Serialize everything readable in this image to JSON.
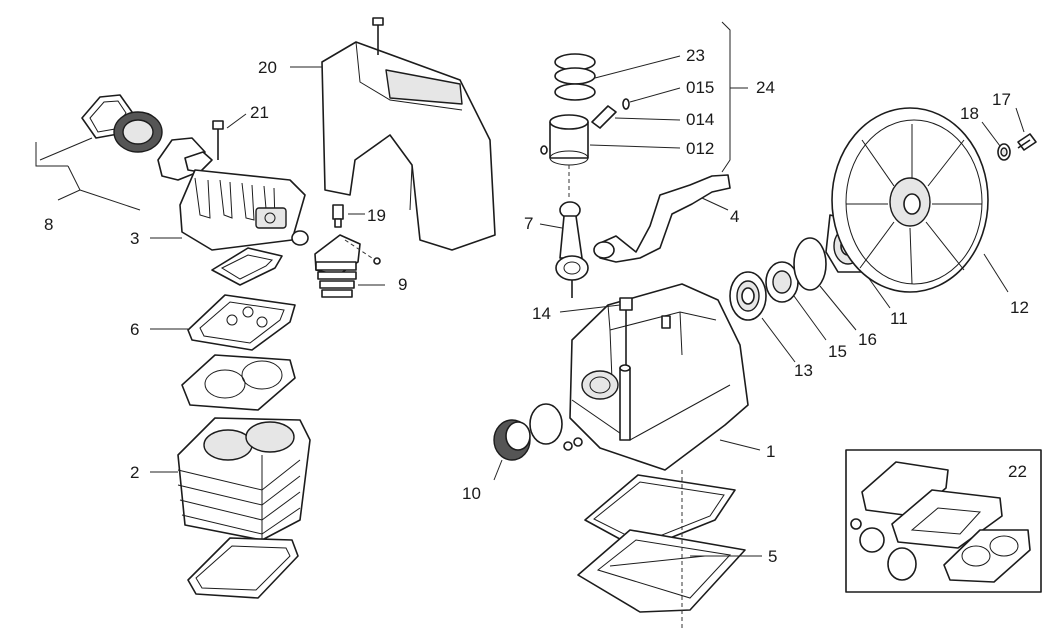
{
  "labels": {
    "l1": "1",
    "l2": "2",
    "l3": "3",
    "l4": "4",
    "l5": "5",
    "l6": "6",
    "l7": "7",
    "l8": "8",
    "l9": "9",
    "l10": "10",
    "l11": "11",
    "l12": "12",
    "l13": "13",
    "l14": "14",
    "l15": "15",
    "l16": "16",
    "l17": "17",
    "l18": "18",
    "l19": "19",
    "l20": "20",
    "l21": "21",
    "l22": "22",
    "l23": "23",
    "l24": "24",
    "l012": "012",
    "l014": "014",
    "l015": "015"
  }
}
